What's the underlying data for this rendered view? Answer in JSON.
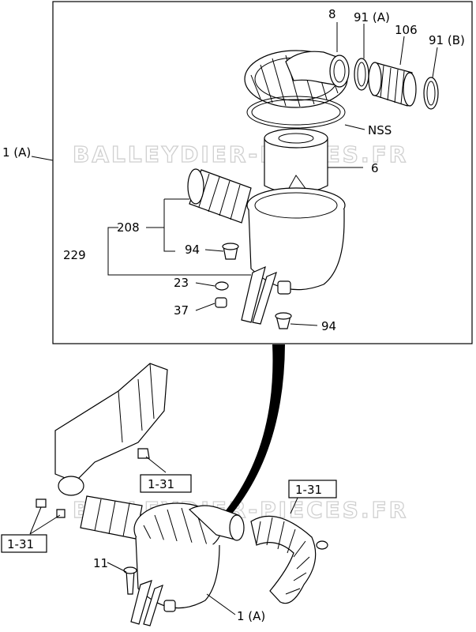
{
  "callouts": {
    "main_assembly": "1 (A)",
    "p8": "8",
    "p91a": "91 (A)",
    "p106": "106",
    "p91b": "91 (B)",
    "nss": "NSS",
    "p6": "6",
    "p208": "208",
    "p229": "229",
    "p94_upper": "94",
    "p23": "23",
    "p37": "37",
    "p94_lower": "94",
    "ref_1_31_upper": "1-31",
    "ref_1_31_right": "1-31",
    "ref_1_31_left": "1-31",
    "p11": "11",
    "assembly_bottom": "1 (A)"
  },
  "watermark": {
    "upper": "BALLEYDIER-PIECES.FR",
    "lower": "BALLEYDIER-PIECES.FR"
  }
}
